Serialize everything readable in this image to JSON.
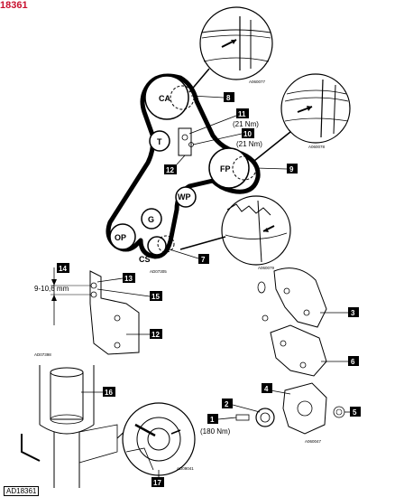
{
  "corner_code": "18361",
  "footer_code": "AD18361",
  "pulleys": {
    "ca": "CA",
    "fp": "FP",
    "t": "T",
    "wp": "WP",
    "g": "G",
    "op": "OP",
    "cs": "CS"
  },
  "callouts": {
    "c1": "1",
    "c2": "2",
    "c3": "3",
    "c4": "4",
    "c5": "5",
    "c6": "6",
    "c7": "7",
    "c8": "8",
    "c9": "9",
    "c10": "10",
    "c11": "11",
    "c12": "12",
    "c12b": "12",
    "c13": "13",
    "c14": "14",
    "c15": "15",
    "c16": "16",
    "c17": "17"
  },
  "torques": {
    "t11": "(21 Nm)",
    "t10": "(21 Nm)",
    "t1": "(180 Nm)"
  },
  "gap_note": "9-10,6 mm",
  "refs": {
    "r1": "A060077",
    "r2": "A060078",
    "r3": "A060079",
    "r4": "AD07305",
    "r5": "AD07398",
    "r6": "A060047",
    "r7": "AD09041"
  },
  "colors": {
    "callout_fill": "#000000",
    "corner_text": "#c8102e"
  }
}
